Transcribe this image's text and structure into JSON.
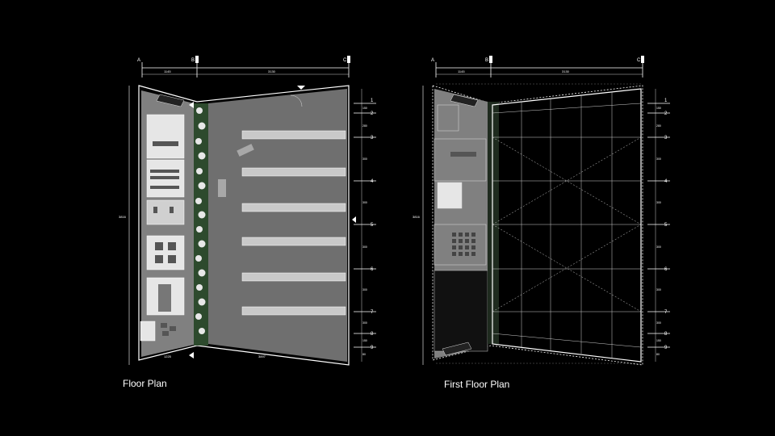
{
  "plans": [
    {
      "caption": "Floor Plan",
      "col_labels": [
        "A",
        "B",
        "C"
      ],
      "dims": [
        "1145",
        "3130"
      ],
      "left_dim": "3816",
      "row_labels": [
        "1",
        "2",
        "3",
        "4",
        "5",
        "6",
        "7",
        "8",
        "9"
      ],
      "row_dims": [
        "150",
        "280",
        "300",
        "300",
        "300",
        "300",
        "300",
        "150",
        "80"
      ],
      "bottom_dims": [
        "1225",
        "3897"
      ]
    },
    {
      "caption": "First Floor Plan",
      "col_labels": [
        "A",
        "B",
        "C"
      ],
      "dims": [
        "1145",
        "3130"
      ],
      "left_dim": "3816",
      "row_labels": [
        "1",
        "2",
        "3",
        "4",
        "5",
        "6",
        "7",
        "8",
        "9"
      ],
      "row_dims": [
        "150",
        "280",
        "300",
        "300",
        "300",
        "300",
        "300",
        "150",
        "80"
      ]
    }
  ],
  "colors": {
    "background": "#000000",
    "hall_fill": "#6f6f6f",
    "wing_fill": "#808080",
    "room_fill": "#e6e6e6",
    "planter": "#2d4a2d",
    "lines": "#ffffff"
  }
}
